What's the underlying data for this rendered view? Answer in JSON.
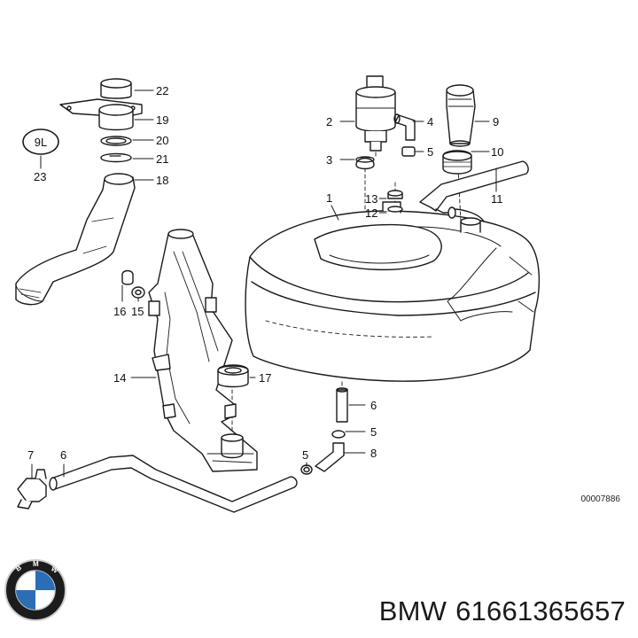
{
  "diagram": {
    "part_ids": [
      "1",
      "2",
      "3",
      "4",
      "5",
      "6",
      "7",
      "8",
      "9",
      "10",
      "11",
      "12",
      "13",
      "14",
      "15",
      "16",
      "17",
      "18",
      "19",
      "20",
      "21",
      "22",
      "23"
    ],
    "callouts": {
      "c1": "1",
      "c2": "2",
      "c3": "3",
      "c4": "4",
      "c5a": "5",
      "c5b": "5",
      "c5c": "5",
      "c6a": "6",
      "c6b": "6",
      "c7": "7",
      "c8": "8",
      "c9": "9",
      "c10": "10",
      "c11": "11",
      "c12": "12",
      "c13": "13",
      "c14": "14",
      "c15": "15",
      "c16": "16",
      "c17": "17",
      "c18": "18",
      "c19": "19",
      "c20": "20",
      "c21": "21",
      "c22": "22",
      "c23": "23"
    },
    "badge_text": "9L",
    "drawing_number": "00007886"
  },
  "caption": {
    "brand": "BMW",
    "part_number": "61661365657"
  },
  "logo": {
    "name": "bmw-roundel-logo",
    "colors": {
      "outer": "#1c1c1c",
      "blue": "#2d6db5",
      "white": "#ffffff",
      "ring": "#cfcfcf"
    }
  }
}
